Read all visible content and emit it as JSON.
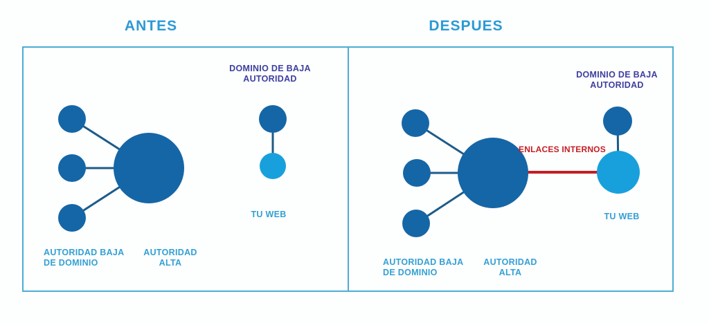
{
  "titles": {
    "before": "ANTES",
    "after": "DESPUES"
  },
  "left_panel": {
    "domain_label_line1": "DOMINIO DE BAJA",
    "domain_label_line2": "AUTORIDAD",
    "your_web_label": "TU WEB",
    "low_authority_line1": "AUTORIDAD BAJA",
    "low_authority_line2": "DE DOMINIO",
    "high_authority_line1": "AUTORIDAD",
    "high_authority_line2": "ALTA"
  },
  "right_panel": {
    "domain_label_line1": "DOMINIO DE BAJA",
    "domain_label_line2": "AUTORIDAD",
    "internal_links_label": "ENLACES INTERNOS",
    "your_web_label": "TU WEB",
    "low_authority_line1": "AUTORIDAD BAJA",
    "low_authority_line2": "DE DOMINIO",
    "high_authority_line1": "AUTORIDAD",
    "high_authority_line2": "ALTA"
  },
  "colors": {
    "title_blue": "#2b9ad5",
    "label_blue": "#33a0d4",
    "purple_label": "#3d3f9e",
    "red_accent": "#c41e22",
    "node_dark": "#1566a6",
    "node_light": "#18a0dc",
    "edge_dark": "#1d5b89",
    "panel_border": "#4badd2"
  }
}
